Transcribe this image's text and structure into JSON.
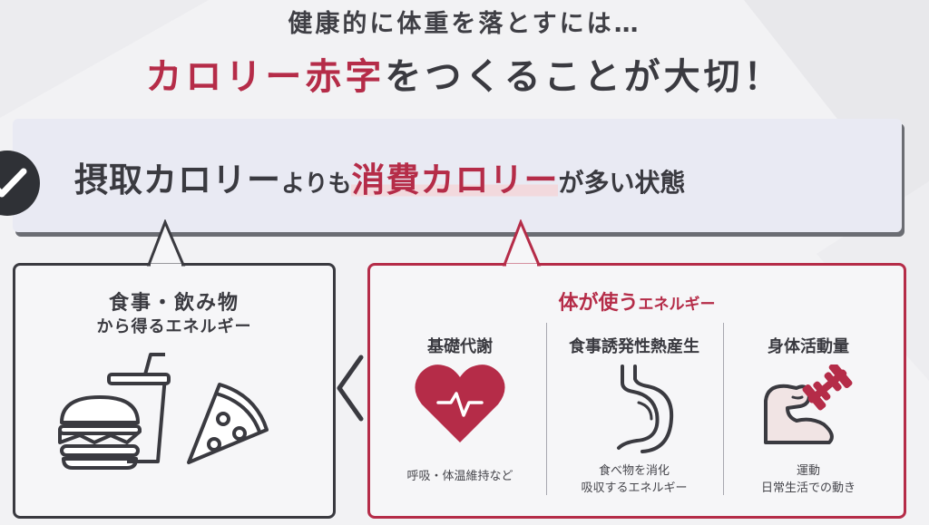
{
  "headline": {
    "line1": "健康的に体重を落とすには…",
    "line2_accent": "カロリー赤字",
    "line2_rest": "をつくることが大切！"
  },
  "banner": {
    "icon": "check-circle-icon",
    "part1": "摂取カロリー",
    "part2": "よりも",
    "part3": "消費カロリー",
    "part4": "が多い状態"
  },
  "intake_panel": {
    "title": "食事・飲み物",
    "subtitle": "から得るエネルギー",
    "icons": [
      "hamburger-icon",
      "drink-cup-icon",
      "pizza-slice-icon"
    ]
  },
  "expenditure_panel": {
    "title_big": "体が使う",
    "title_small": "エネルギー",
    "columns": [
      {
        "title": "基礎代謝",
        "icon": "heart-pulse-icon",
        "note_lines": [
          "呼吸・体温維持など"
        ]
      },
      {
        "title": "食事誘発性熱産生",
        "icon": "stomach-icon",
        "note_lines": [
          "食べ物を消化",
          "吸収するエネルギー"
        ]
      },
      {
        "title": "身体活動量",
        "icon": "flexed-arm-dumbbell-icon",
        "note_lines": [
          "運動",
          "日常生活での動き"
        ]
      }
    ]
  },
  "colors": {
    "accent": "#b52c48",
    "dark": "#3a3a40",
    "banner_bg": "#e9eaf3",
    "panel_bg": "#f6f6f8"
  }
}
